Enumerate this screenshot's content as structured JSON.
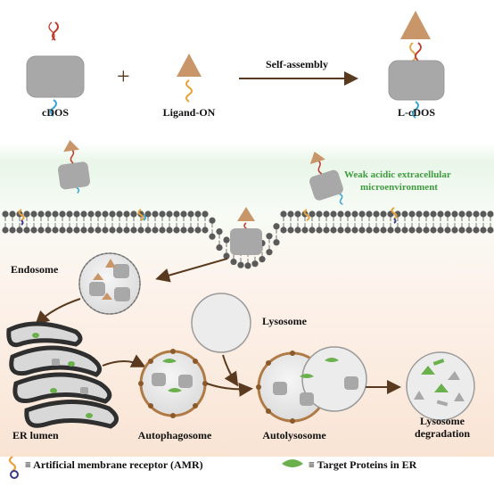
{
  "labels": {
    "cdos": "cDOS",
    "ligand_on": "Ligand-ON",
    "self_assembly": "Self-assembly",
    "l_cdos": "L-cDOS",
    "plus": "+",
    "weak_acidic_line1": "Weak acidic extracellular",
    "weak_acidic_line2": "microenvironment",
    "endosome": "Endosome",
    "lysosome": "Lysosome",
    "er_lumen": "ER lumen",
    "autophagosome": "Autophagosome",
    "autolysosome": "Autolysosome",
    "lysosome_degradation_line1": "Lysosome",
    "lysosome_degradation_line2": "degradation"
  },
  "legend": {
    "amr": "≡ Artificial membrane receptor (AMR)",
    "target": "≡ Target Proteins in ER"
  },
  "colors": {
    "dna_cube": "#a6a6a6",
    "ligand": "#c9966a",
    "red_strand": "#c0392b",
    "blue_strand": "#3aa6d8",
    "orange_strand": "#e8a23a",
    "membrane_head": "#5a5a5a",
    "arrow": "#5a3a1e",
    "target_protein": "#6ab04c",
    "lysosome_border": "#b07a45",
    "bg_top": "#e6f5e6",
    "bg_bottom": "#f9e6d8"
  },
  "icons": [
    "dna-origami-cube",
    "ligand-triangle",
    "membrane-bilayer",
    "amr-receptor-icon",
    "target-protein-icon"
  ]
}
